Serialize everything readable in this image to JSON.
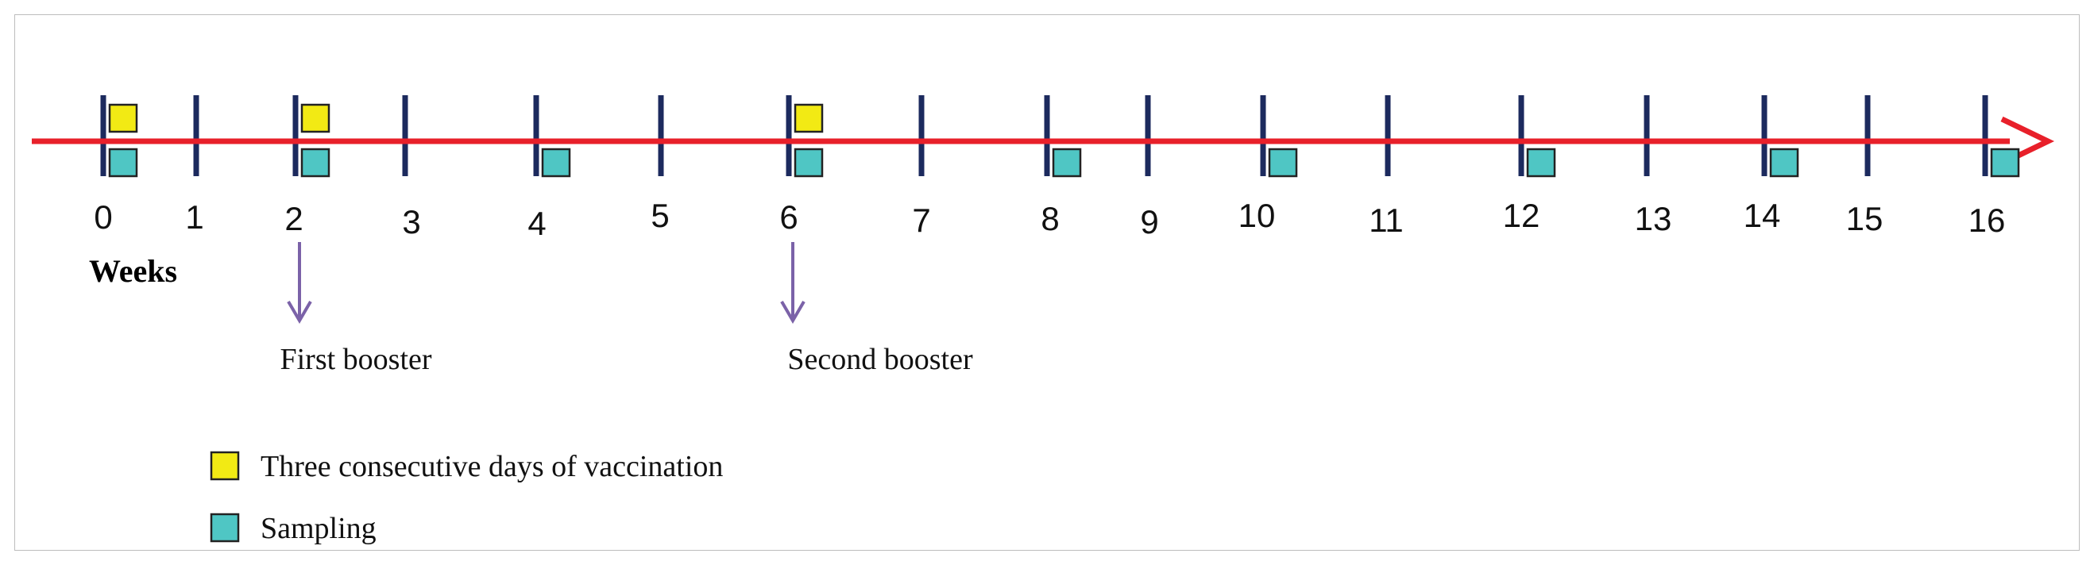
{
  "timeline": {
    "axis_label": "Weeks",
    "ticks": [
      "0",
      "1",
      "2",
      "3",
      "4",
      "5",
      "6",
      "7",
      "8",
      "9",
      "10",
      "11",
      "12",
      "13",
      "14",
      "15",
      "16"
    ],
    "vaccination_weeks": [
      0,
      2,
      6
    ],
    "sampling_weeks": [
      0,
      2,
      4,
      6,
      8,
      10,
      12,
      14,
      16
    ],
    "arrow_color": "#e8202a",
    "tick_color": "#1c2a5e"
  },
  "annotations": [
    {
      "week": 2,
      "label": "First booster"
    },
    {
      "week": 6,
      "label": "Second booster"
    }
  ],
  "annotation_arrow_color": "#7b62a8",
  "legend": {
    "vaccination": {
      "label": "Three consecutive days of vaccination",
      "color": "#f2ea14"
    },
    "sampling": {
      "label": "Sampling",
      "color": "#4fc6c4"
    }
  }
}
